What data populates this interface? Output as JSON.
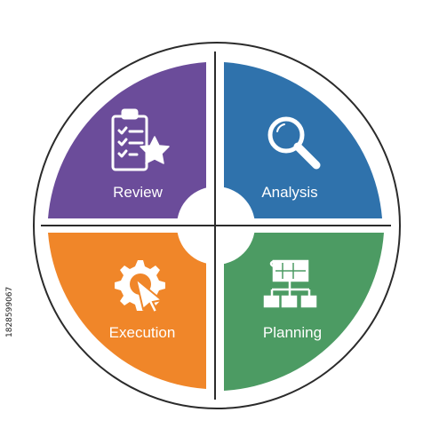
{
  "segments": {
    "review": {
      "label": "Review",
      "color": "#6b4c9a",
      "icon": "clipboard-checklist-star-icon"
    },
    "analysis": {
      "label": "Analysis",
      "color": "#2f72ac",
      "icon": "magnifying-glass-icon"
    },
    "execution": {
      "label": "Execution",
      "color": "#f08629",
      "icon": "gear-cursor-icon"
    },
    "planning": {
      "label": "Planning",
      "color": "#4c9b63",
      "icon": "blueprint-flowchart-icon"
    }
  },
  "stock_id": "1828599067",
  "colors": {
    "ring": "#2b2b2b",
    "background": "#ffffff"
  }
}
